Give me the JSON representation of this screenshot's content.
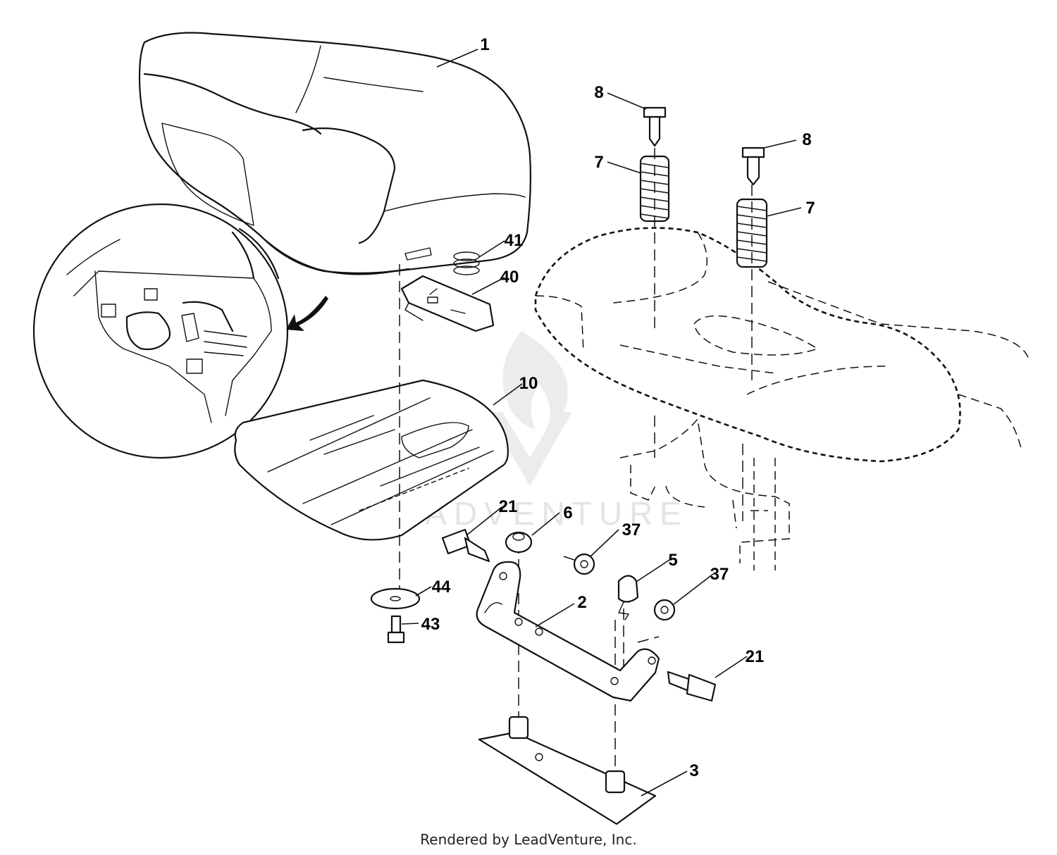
{
  "watermark": {
    "text": "LEADVENTURE"
  },
  "footer": {
    "text": "Rendered by LeadVenture, Inc."
  },
  "callouts": [
    {
      "id": "c1",
      "label": "1"
    },
    {
      "id": "c8a",
      "label": "8"
    },
    {
      "id": "c8b",
      "label": "8"
    },
    {
      "id": "c7a",
      "label": "7"
    },
    {
      "id": "c7b",
      "label": "7"
    },
    {
      "id": "c41",
      "label": "41"
    },
    {
      "id": "c40",
      "label": "40"
    },
    {
      "id": "c10",
      "label": "10"
    },
    {
      "id": "c21a",
      "label": "21"
    },
    {
      "id": "c6",
      "label": "6"
    },
    {
      "id": "c37a",
      "label": "37"
    },
    {
      "id": "c5",
      "label": "5"
    },
    {
      "id": "c37b",
      "label": "37"
    },
    {
      "id": "c2",
      "label": "2"
    },
    {
      "id": "c44",
      "label": "44"
    },
    {
      "id": "c43",
      "label": "43"
    },
    {
      "id": "c21b",
      "label": "21"
    },
    {
      "id": "c3",
      "label": "3"
    }
  ]
}
